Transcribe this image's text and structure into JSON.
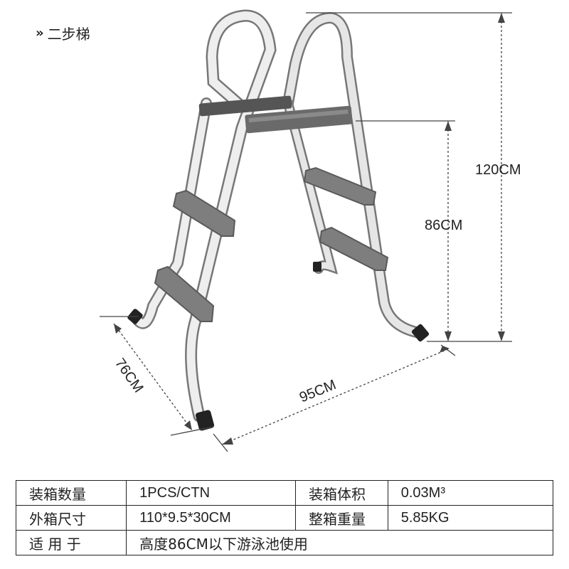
{
  "header": {
    "icon": "double-chevron-right-icon",
    "title": "二步梯"
  },
  "dimensions": {
    "total_height": "120CM",
    "step_height": "86CM",
    "width": "95CM",
    "depth": "76CM"
  },
  "specs": {
    "row1": {
      "k1": "装箱数量",
      "v1": "1PCS/CTN",
      "k2": "装箱体积",
      "v2": "0.03M³"
    },
    "row2": {
      "k1": "外箱尺寸",
      "v1": "110*9.5*30CM",
      "k2": "整箱重量",
      "v2": "5.85KG"
    },
    "row3": {
      "k1": "适 用 于",
      "v1": "高度86CM以下游泳池使用"
    }
  }
}
